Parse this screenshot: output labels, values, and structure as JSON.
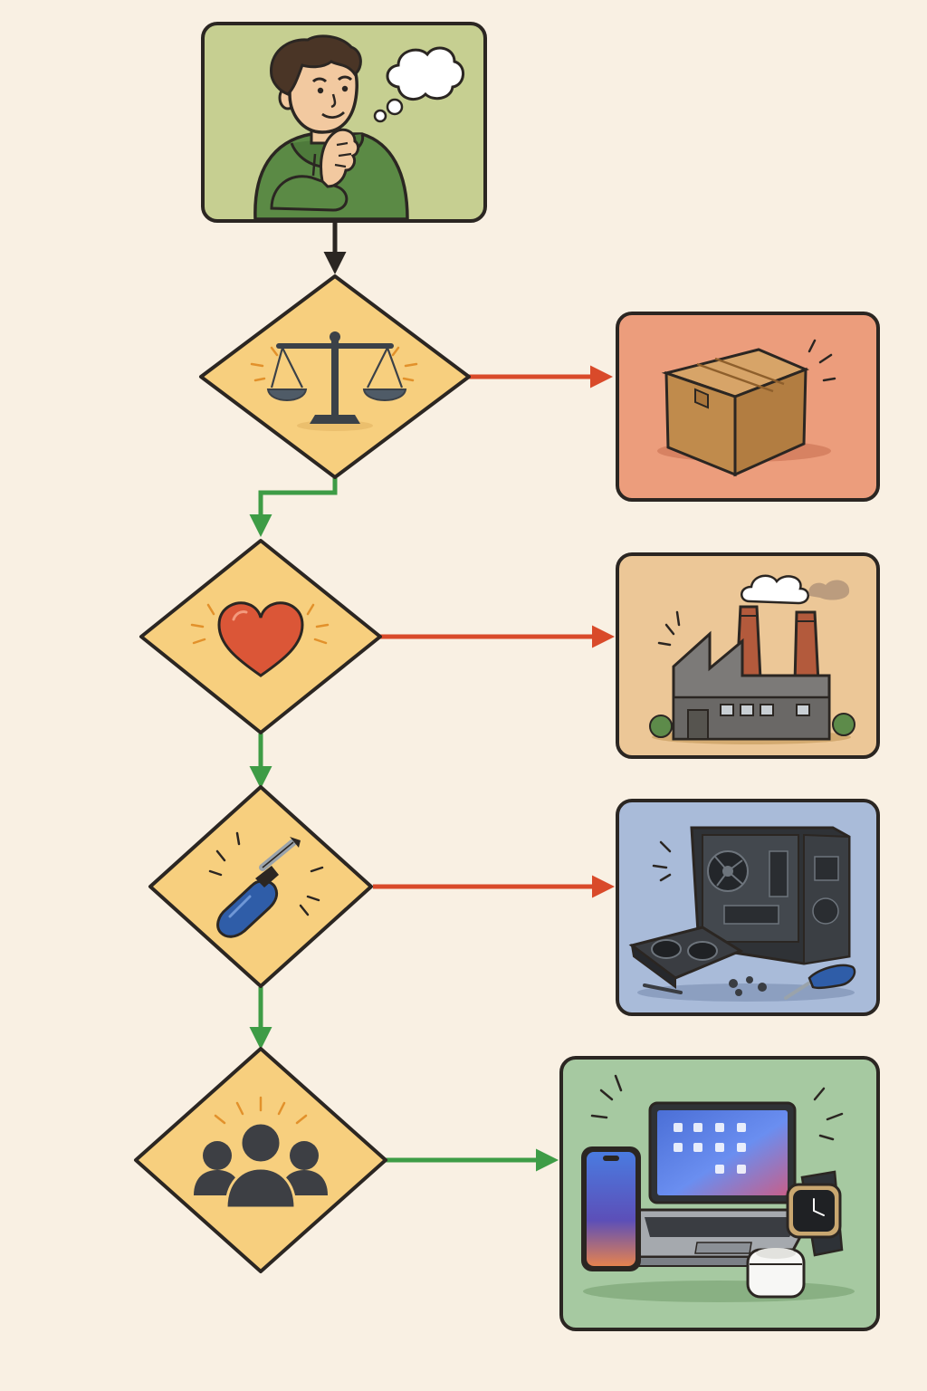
{
  "colors": {
    "background": "#f9f0e3",
    "outline": "#2b2622",
    "diamond_fill": "#f7cf7e",
    "arrow_yes": "#3e9c46",
    "arrow_no": "#d94a2a",
    "start_box": "#c6cf91",
    "box_box": "#ec9d7c",
    "box_factory": "#ecc797",
    "box_pc": "#a9bbd9",
    "box_devices": "#a6c9a1"
  },
  "nodes": {
    "start": {
      "icon": "thinking-person-icon"
    },
    "decisions": [
      {
        "icon": "balance-scale-icon"
      },
      {
        "icon": "heart-icon"
      },
      {
        "icon": "screwdriver-icon"
      },
      {
        "icon": "people-group-icon"
      }
    ],
    "outcomes": [
      {
        "icon": "cardboard-box-icon"
      },
      {
        "icon": "factory-icon"
      },
      {
        "icon": "pc-build-parts-icon"
      },
      {
        "icon": "apple-devices-icon"
      }
    ]
  },
  "edges": [
    {
      "from": "start",
      "to": "decision-1",
      "kind": "neutral"
    },
    {
      "from": "decision-1",
      "to": "outcome-1",
      "kind": "no"
    },
    {
      "from": "decision-1",
      "to": "decision-2",
      "kind": "yes"
    },
    {
      "from": "decision-2",
      "to": "outcome-2",
      "kind": "no"
    },
    {
      "from": "decision-2",
      "to": "decision-3",
      "kind": "yes"
    },
    {
      "from": "decision-3",
      "to": "outcome-3",
      "kind": "no"
    },
    {
      "from": "decision-3",
      "to": "decision-4",
      "kind": "yes"
    },
    {
      "from": "decision-4",
      "to": "outcome-4",
      "kind": "yes"
    }
  ]
}
